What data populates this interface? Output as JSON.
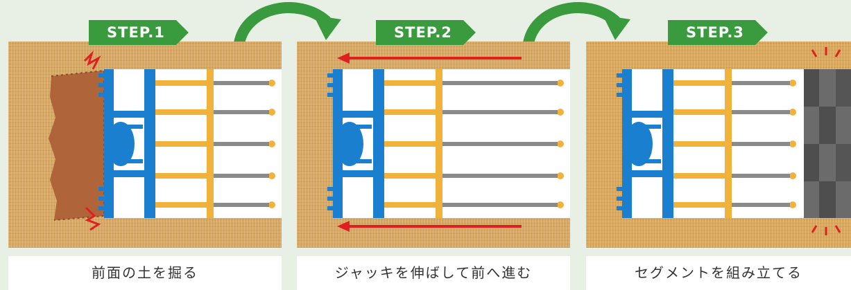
{
  "steps": [
    {
      "label": "STEP.1",
      "caption": "前面の土を掘る"
    },
    {
      "label": "STEP.2",
      "caption": "ジャッキを伸ばして前へ進む"
    },
    {
      "label": "STEP.3",
      "caption": "セグメントを組み立てる"
    }
  ],
  "colors": {
    "background": "#e8efe4",
    "sand": "#d9a860",
    "step_badge": "#3a9a3e",
    "curved_arrow": "#3a9a3e",
    "machine": "#1a7fcf",
    "segment_ring": "#f0b23a",
    "jack_rod": "#8a8a8a",
    "motion_arrow": "#e02020",
    "excavated_soil": "#b0643a",
    "new_segment": "#6b6b6b",
    "burst": "#e02020"
  },
  "icons": [
    "curved-arrow-icon",
    "burst-icon",
    "sparkle-icon",
    "motion-arrow-icon"
  ]
}
